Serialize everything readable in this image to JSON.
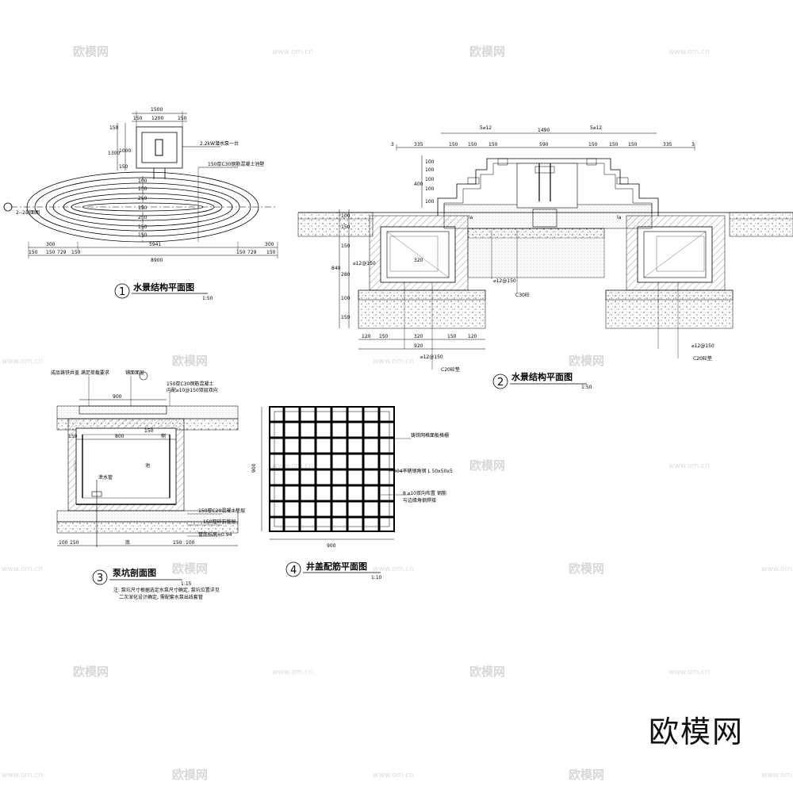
{
  "watermark": {
    "brand": "欧模网",
    "url": "www.om.cn"
  },
  "drawing1": {
    "number": "1",
    "title": "水景结构平面图",
    "scale": "1:50",
    "dims_top": [
      "1500",
      "150",
      "1200",
      "150"
    ],
    "dims_left": [
      "150",
      "1300",
      "1000",
      "150"
    ],
    "dims_vertical": [
      "100",
      "150",
      "250",
      "150",
      "250",
      "150",
      "150"
    ],
    "center_dim": "5941",
    "dims_bottom_left": [
      "150",
      "300",
      "150",
      "729",
      "150"
    ],
    "dims_bottom_right": [
      "150",
      "729",
      "300",
      "150"
    ],
    "overall": "8900",
    "note_pump": "2.2kW潜水泵一台",
    "note_wall": "150厚C30钢筋混凝土池壁",
    "section_tag": "2--2剖面图"
  },
  "drawing2": {
    "number": "2",
    "title": "水景结构平面图",
    "scale": "1:50",
    "rebar_top_left": "5⌀12",
    "rebar_top_right": "5⌀12",
    "span": "1490",
    "dims_top": [
      "335",
      "150",
      "150",
      "150",
      "590",
      "150",
      "150",
      "150",
      "335"
    ],
    "marker": "3",
    "dims_left_upper": [
      "100",
      "100",
      "100",
      "100",
      "400",
      "100"
    ],
    "dims_left_lower": [
      "100",
      "150",
      "150",
      "280",
      "100",
      "150",
      "840"
    ],
    "callout_la": "la",
    "callout_rebar_left": "⌀12@150",
    "inner_dim": "320",
    "rebar_center": "⌀12@150",
    "conc_center": "C30砼",
    "dims_bottom": [
      "120",
      "150",
      "320",
      "150",
      "120"
    ],
    "bottom_total": "920",
    "rebar_bottom": "⌀12@150",
    "conc_bottom": "C20砼垫",
    "rebar_right": "⌀12@150",
    "conc_right": "C20砼垫"
  },
  "drawing3": {
    "number": "3",
    "title": "泵坑剖面图",
    "scale": "1:15",
    "note_top1": "成品铸铁井盖 满足荷载要求",
    "note_top2": "铺面面层",
    "note_top3": "150厚C30钢筋混凝土",
    "note_top4": "内配⌀10@150双层双向",
    "dim_900": "900",
    "dim_150_left": "150",
    "dim_800": "800",
    "dim_150_inner": "150",
    "label_wall": "侧",
    "label_pit": "池",
    "label_drain": "泄水管",
    "note_layer1": "150厚C20混凝土垫层",
    "note_layer2": "150厚碎石垫层",
    "note_elev": "管底标高=0.94",
    "dims_bottom": [
      "100",
      "150",
      "底",
      "150",
      "100"
    ],
    "note_line1": "注: 泵坑尺寸根据选定水泵尺寸确定, 泵坑位置详见",
    "note_line2": "二次深化设计确定, 需配套水泵出线套管"
  },
  "drawing4": {
    "number": "4",
    "title": "井盖配筋平面图",
    "scale": "1:10",
    "dim_side": "900",
    "dim_bottom": "900",
    "note1": "铸铁网格面板格栅",
    "note2": "304不锈钢角钢 L 50x50x5",
    "note3": "8 ⌀10双向布置 钢筋",
    "note4": "与边缘角钢焊接"
  },
  "colors": {
    "line": "#000000",
    "background": "#ffffff",
    "watermark": "#d8d8d8",
    "hatch": "#555555"
  }
}
